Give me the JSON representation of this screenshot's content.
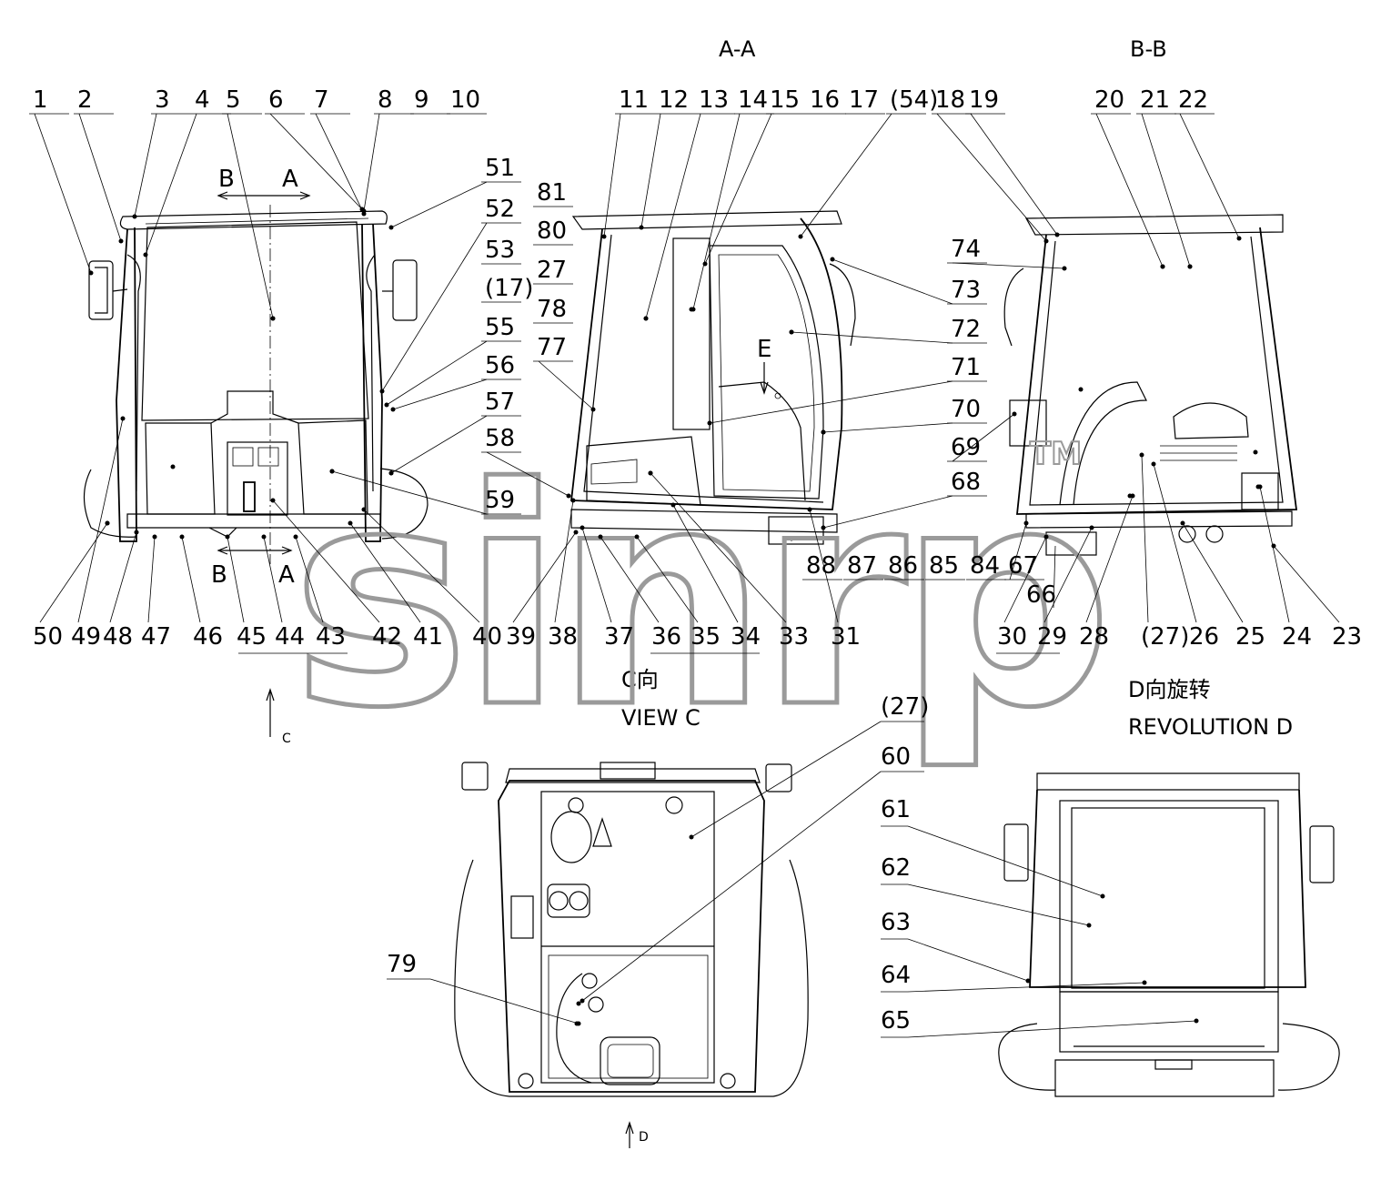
{
  "views": {
    "section_aa": "A-A",
    "section_bb": "B-B",
    "view_c_cn": "C向",
    "view_c_en": "VIEW C",
    "view_d_cn": "D向旋转",
    "view_d_en": "REVOLUTION D"
  },
  "markers": {
    "a_top": "A",
    "a_bottom": "A",
    "b_top": "B",
    "b_bottom": "B",
    "c": "C",
    "d": "D",
    "e": "E"
  },
  "watermark": {
    "text": "sinrp",
    "tm": "TM"
  },
  "labels": {
    "front_top": [
      "1",
      "2",
      "3",
      "4",
      "5",
      "6",
      "7",
      "8",
      "9",
      "10"
    ],
    "aa_top": [
      "11",
      "12",
      "13",
      "14",
      "15",
      "16",
      "17",
      "(54)"
    ],
    "bb_top": [
      "18",
      "19",
      "20",
      "21",
      "22"
    ],
    "mid_column": [
      "51",
      "52",
      "53",
      "(17)",
      "55",
      "56",
      "57",
      "58",
      "59"
    ],
    "aa_left_column": [
      "81",
      "80",
      "27",
      "78",
      "77"
    ],
    "aa_right_column": [
      "74",
      "73",
      "72",
      "71",
      "70",
      "69",
      "68"
    ],
    "bottom_row": [
      "50",
      "49",
      "48",
      "47",
      "46",
      "45",
      "44",
      "43",
      "42",
      "41",
      "40",
      "39",
      "38",
      "37",
      "36",
      "35",
      "34",
      "33",
      "31",
      "30",
      "29",
      "28",
      "(27)",
      "26",
      "25",
      "24",
      "23"
    ],
    "aa_bottom_row": [
      "88",
      "87",
      "86",
      "85",
      "84",
      "67"
    ],
    "aa_bottom_extra": "66",
    "view_c": [
      "(27)",
      "60",
      "79"
    ],
    "view_d": [
      "61",
      "62",
      "63",
      "64",
      "65"
    ]
  }
}
